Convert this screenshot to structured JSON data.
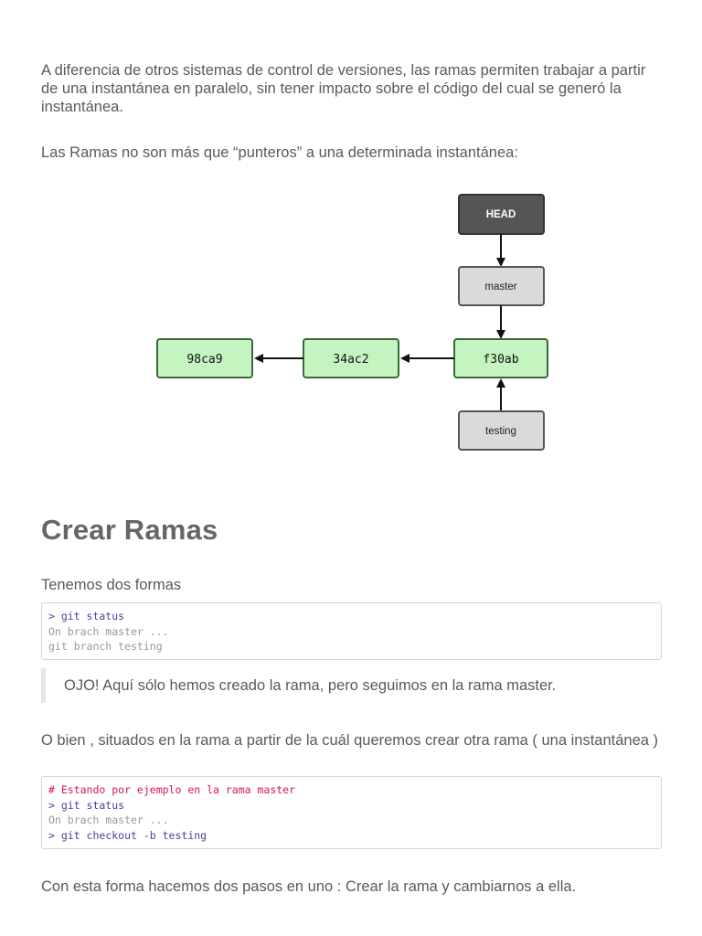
{
  "paragraphs": {
    "intro": "A diferencia de otros sistemas de control de versiones, las ramas permiten trabajar a partir de una instantánea en paralelo, sin tener impacto sobre el código del cual se generó la instantánea.",
    "pointers": "Las Ramas no son más que “punteros” a una determinada instantánea:",
    "two_ways": "Tenemos dos formas",
    "or_else": "O bien , situados en la rama a partir de la cuál queremos crear otra rama ( una instantánea )",
    "final": "Con esta forma hacemos dos pasos en uno : Crear la rama y cambiarnos a ella."
  },
  "heading": "Crear Ramas",
  "diagram": {
    "head": "HEAD",
    "master": "master",
    "testing": "testing",
    "commits": [
      "98ca9",
      "34ac2",
      "f30ab"
    ]
  },
  "code_block_1": {
    "lines": [
      {
        "text": "> git status",
        "kind": "cmd"
      },
      {
        "text": "On brach master ...",
        "kind": "out"
      },
      {
        "text": "git branch testing",
        "kind": "out"
      }
    ]
  },
  "note": "OJO! Aquí sólo hemos creado la rama, pero seguimos en la rama master.",
  "code_block_2": {
    "lines": [
      {
        "text": "# Estando por ejemplo en la rama master",
        "kind": "cmt"
      },
      {
        "text": "> git status",
        "kind": "cmd"
      },
      {
        "text": "On brach master ...",
        "kind": "out"
      },
      {
        "text": "> git checkout -b testing",
        "kind": "cmd"
      }
    ]
  },
  "colors": {
    "commit_fill": "#c4f5c1",
    "commit_border": "#3a6a3a",
    "head_fill": "#555555",
    "branch_fill": "#dadada",
    "comment": "#d6145f",
    "command": "#4a3fa0",
    "output": "#999999"
  }
}
